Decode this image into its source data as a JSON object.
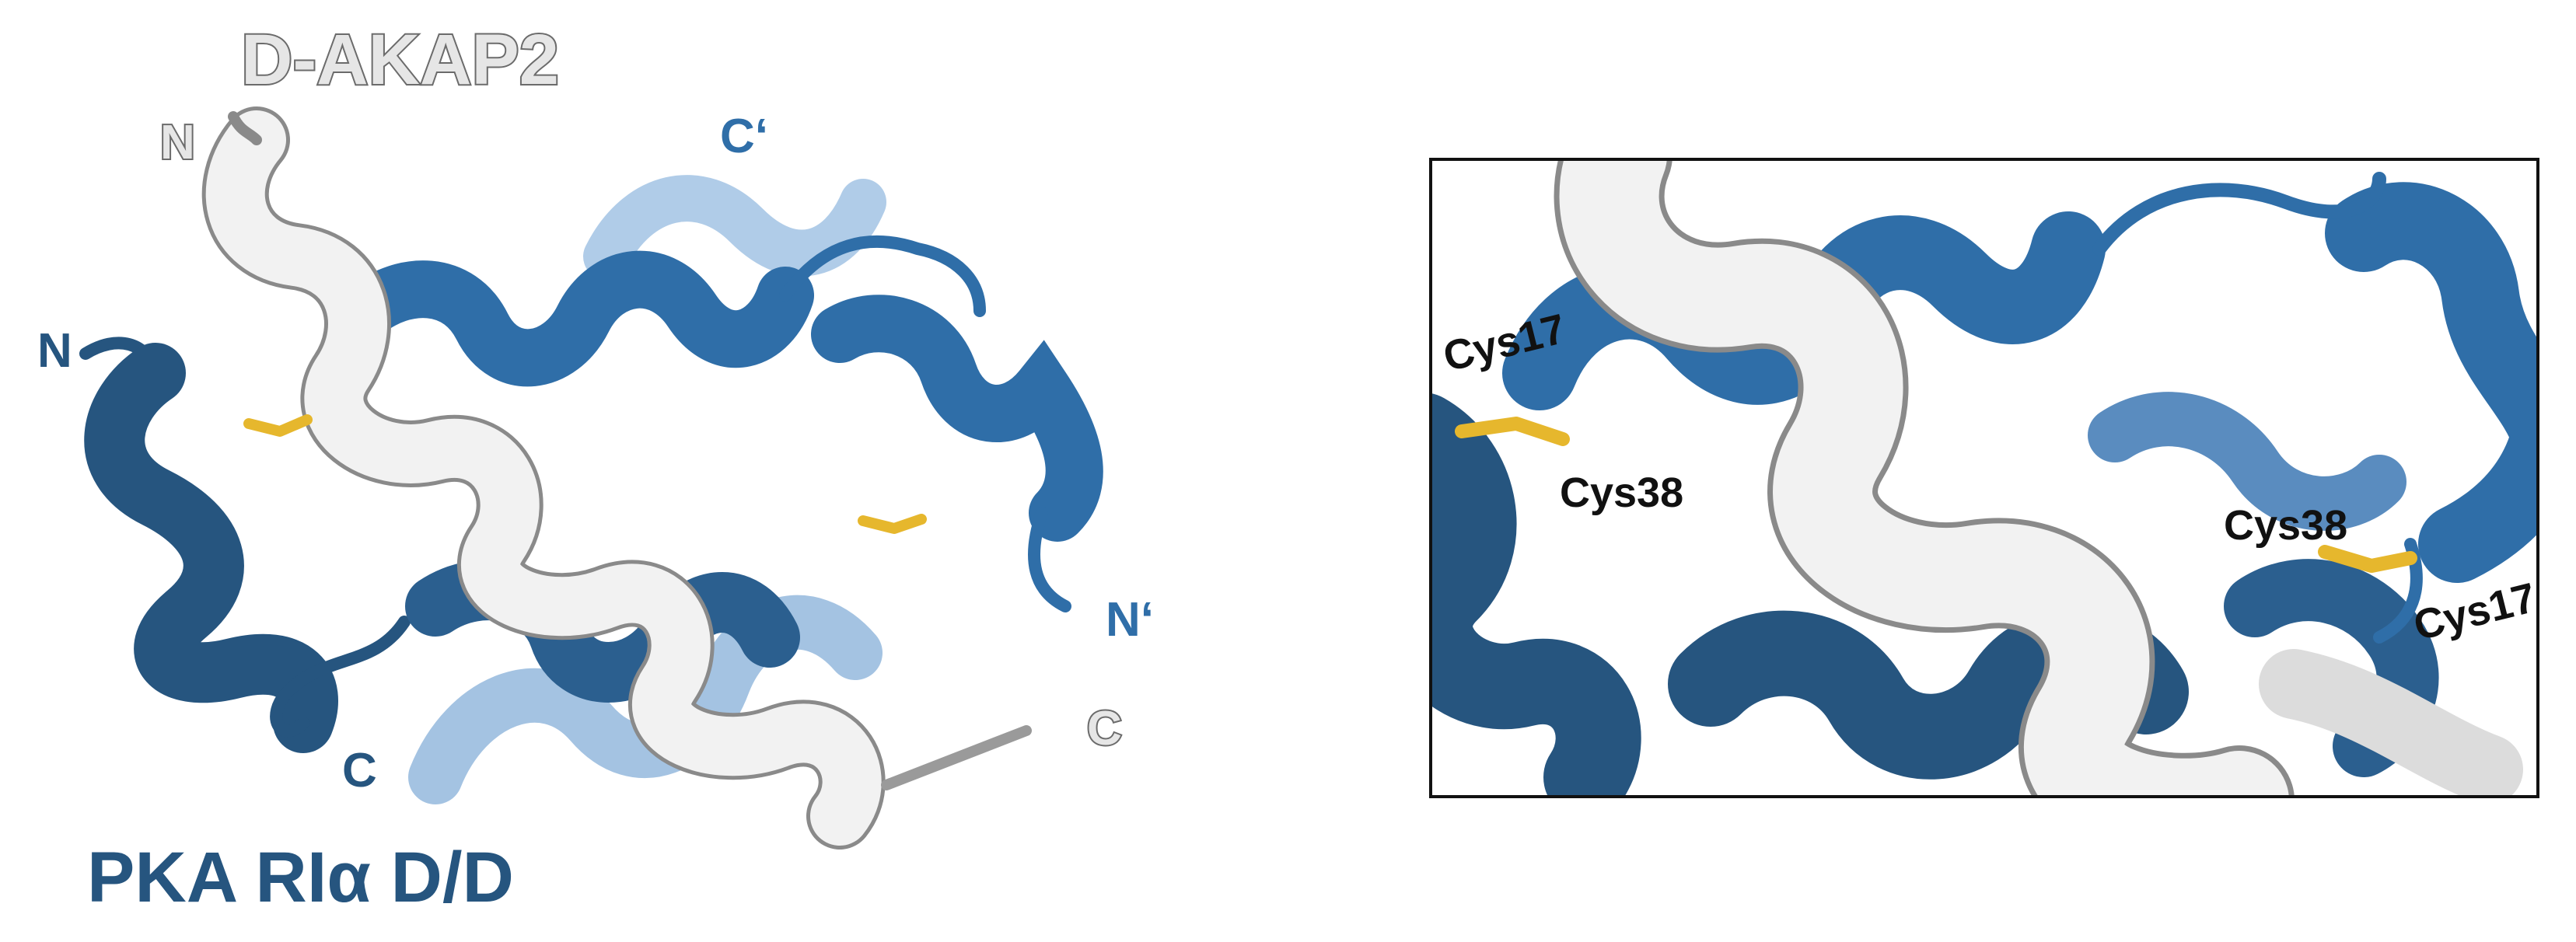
{
  "colors": {
    "dd_blue": "#2f6ea8",
    "dd_dark": "#26557f",
    "dd_light": "#4f8fcf",
    "akap_white": "#f2f2f2",
    "akap_edge": "#8a8a8a",
    "disulfide": "#e6b72d",
    "frame": "#111111"
  },
  "labels": {
    "akap_title": "D-AKAP2",
    "complex_title": "PKA RIα D/D",
    "akap_n": "N",
    "akap_c": "C",
    "dd_n": "N",
    "dd_c": "C",
    "dd_n_prime": "N‘",
    "dd_c_prime": "C‘"
  },
  "inset": {
    "cys17_left": "Cys17",
    "cys38_left": "Cys38",
    "cys38_right": "Cys38",
    "cys17_right": "Cys17"
  }
}
